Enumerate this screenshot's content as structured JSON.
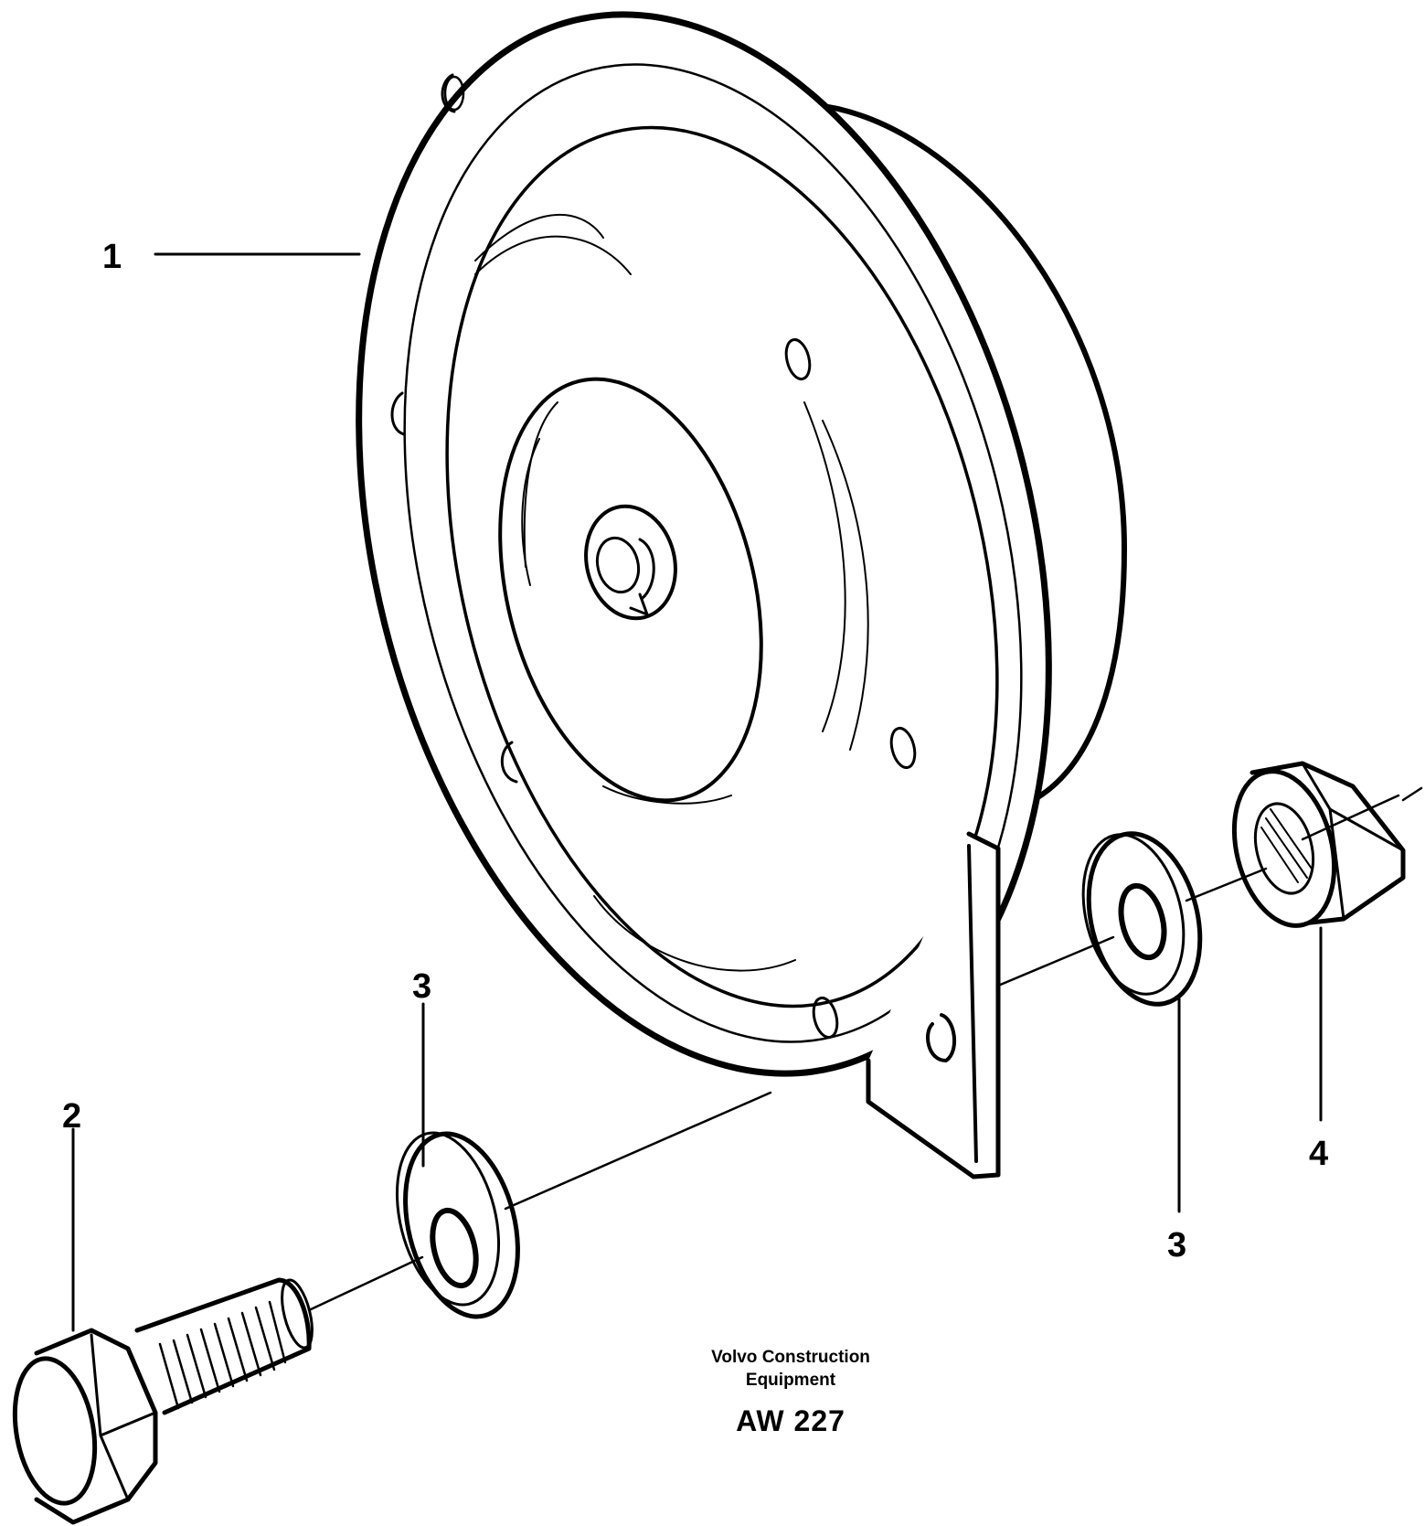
{
  "callouts": {
    "part_1": "1",
    "part_2": "2",
    "part_3_left": "3",
    "part_3_right": "3",
    "part_4": "4"
  },
  "credit": {
    "line1": "Volvo Construction",
    "line2": "Equipment",
    "code": "AW 227"
  },
  "icons": [
    "horn-icon",
    "bolt-icon",
    "washer-icon",
    "nut-icon",
    "bracket-icon"
  ]
}
